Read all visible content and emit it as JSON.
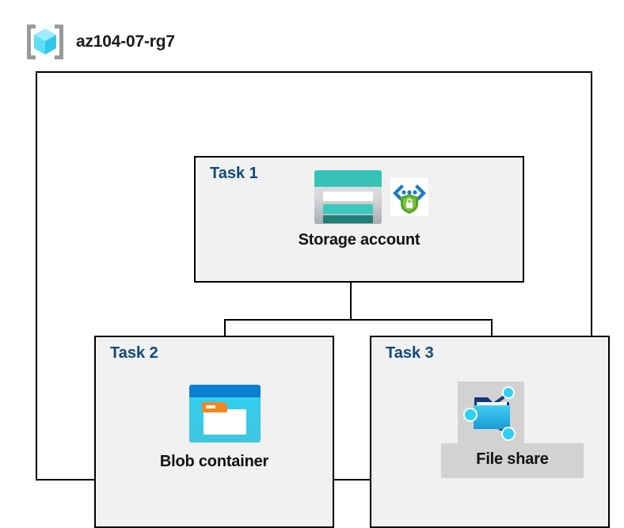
{
  "header": {
    "icon_name": "resource-group-icon",
    "title": "az104-07-rg7"
  },
  "diagram": {
    "container_name": "resource-group-container",
    "tasks": [
      {
        "id": "task-1",
        "label": "Task 1",
        "node_label": "Storage account",
        "icons": [
          "storage-account-icon",
          "encryption-shield-icon"
        ]
      },
      {
        "id": "task-2",
        "label": "Task 2",
        "node_label": "Blob container",
        "icons": [
          "blob-container-icon"
        ]
      },
      {
        "id": "task-3",
        "label": "Task 3",
        "node_label": "File share",
        "icons": [
          "file-share-icon"
        ],
        "highlighted": "true"
      }
    ],
    "connectors": [
      {
        "name": "storage-to-branch-trunk"
      },
      {
        "name": "branch-horizontal"
      },
      {
        "name": "branch-to-blob-container"
      },
      {
        "name": "branch-to-file-share"
      }
    ]
  },
  "colors": {
    "task_label": "#104A75",
    "node_label": "#111111",
    "box_fill": "#F1F1F1",
    "box_border": "#000000",
    "highlight": "#D2D2D2",
    "storage_teal": "#37C2B6",
    "storage_teal_dark": "#1F7F79",
    "blob_blue": "#0A7FD4",
    "blob_cyan": "#2FD0F2",
    "blob_orange": "#F2871F",
    "file_share_cyan": "#32C3EC",
    "file_share_navy": "#16367C",
    "shield_green": "#4FA624",
    "bracket_blue": "#1E7BC8",
    "rg_cube_cyan": "#55E3FA",
    "rg_bracket_gray": "#9A9A9A"
  }
}
